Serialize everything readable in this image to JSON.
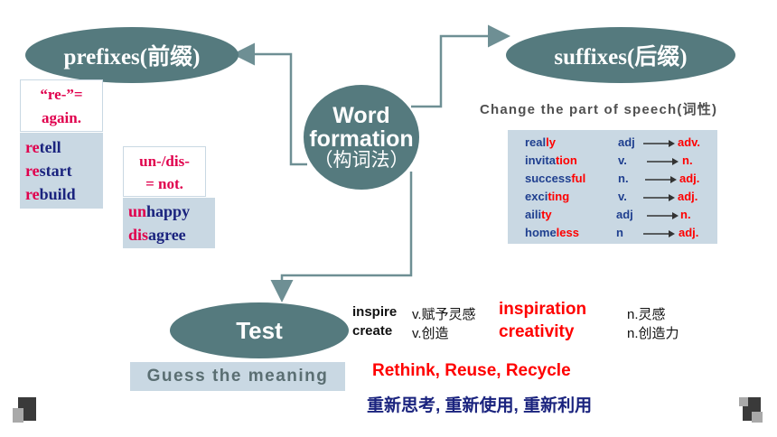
{
  "prefixes_label": "prefixes(前缀)",
  "suffixes_label": "suffixes(后缀)",
  "center_line1": "Word",
  "center_line2": "formation",
  "center_line3": "（构词法）",
  "re_box": {
    "title_line1": "“re-”=",
    "title_line2": "again.",
    "words": [
      {
        "prefix": "re",
        "rest": "tell"
      },
      {
        "prefix": "re",
        "rest": "start"
      },
      {
        "prefix": "re",
        "rest": "build"
      }
    ]
  },
  "un_box": {
    "title_line1": "un-/dis-",
    "title_line2": "= not.",
    "words": [
      {
        "prefix": "un",
        "rest": "happy"
      },
      {
        "prefix": "dis",
        "rest": "agree"
      }
    ]
  },
  "change_pos_text": "Change the part of speech(词性)",
  "suffix_rows": [
    {
      "stem": "real",
      "suffix": "ly",
      "from": "adj",
      "to": "adv."
    },
    {
      "stem": "invita",
      "suffix": "tion",
      "from": "v.",
      "to": "n."
    },
    {
      "stem": "success",
      "suffix": "ful",
      "from": "n.",
      "to": "adj."
    },
    {
      "stem": "exci",
      "suffix": "ting",
      "from": "v.",
      "to": "adj."
    },
    {
      "stem": "aili",
      "suffix": "ty",
      "from": "adj",
      "to": "n."
    },
    {
      "stem": "home",
      "suffix": "less",
      "from": "n",
      "to": "adj."
    }
  ],
  "test_label": "Test",
  "guess_text": "Guess the meaning",
  "vocab": [
    {
      "word": "inspire",
      "meaning": "v.赋予灵感",
      "derived": "inspiration",
      "derived_meaning": "n.灵感"
    },
    {
      "word": "create",
      "meaning": "v.创造",
      "derived": "creativity",
      "derived_meaning": "n.创造力"
    }
  ],
  "slogan_en": "Rethink, Reuse, Recycle",
  "slogan_cn": "重新思考, 重新使用, 重新利用",
  "colors": {
    "oval": "#557a7e",
    "box_bg": "#c9d8e3",
    "accent_red": "#ff0000",
    "navy": "#1a237e"
  }
}
